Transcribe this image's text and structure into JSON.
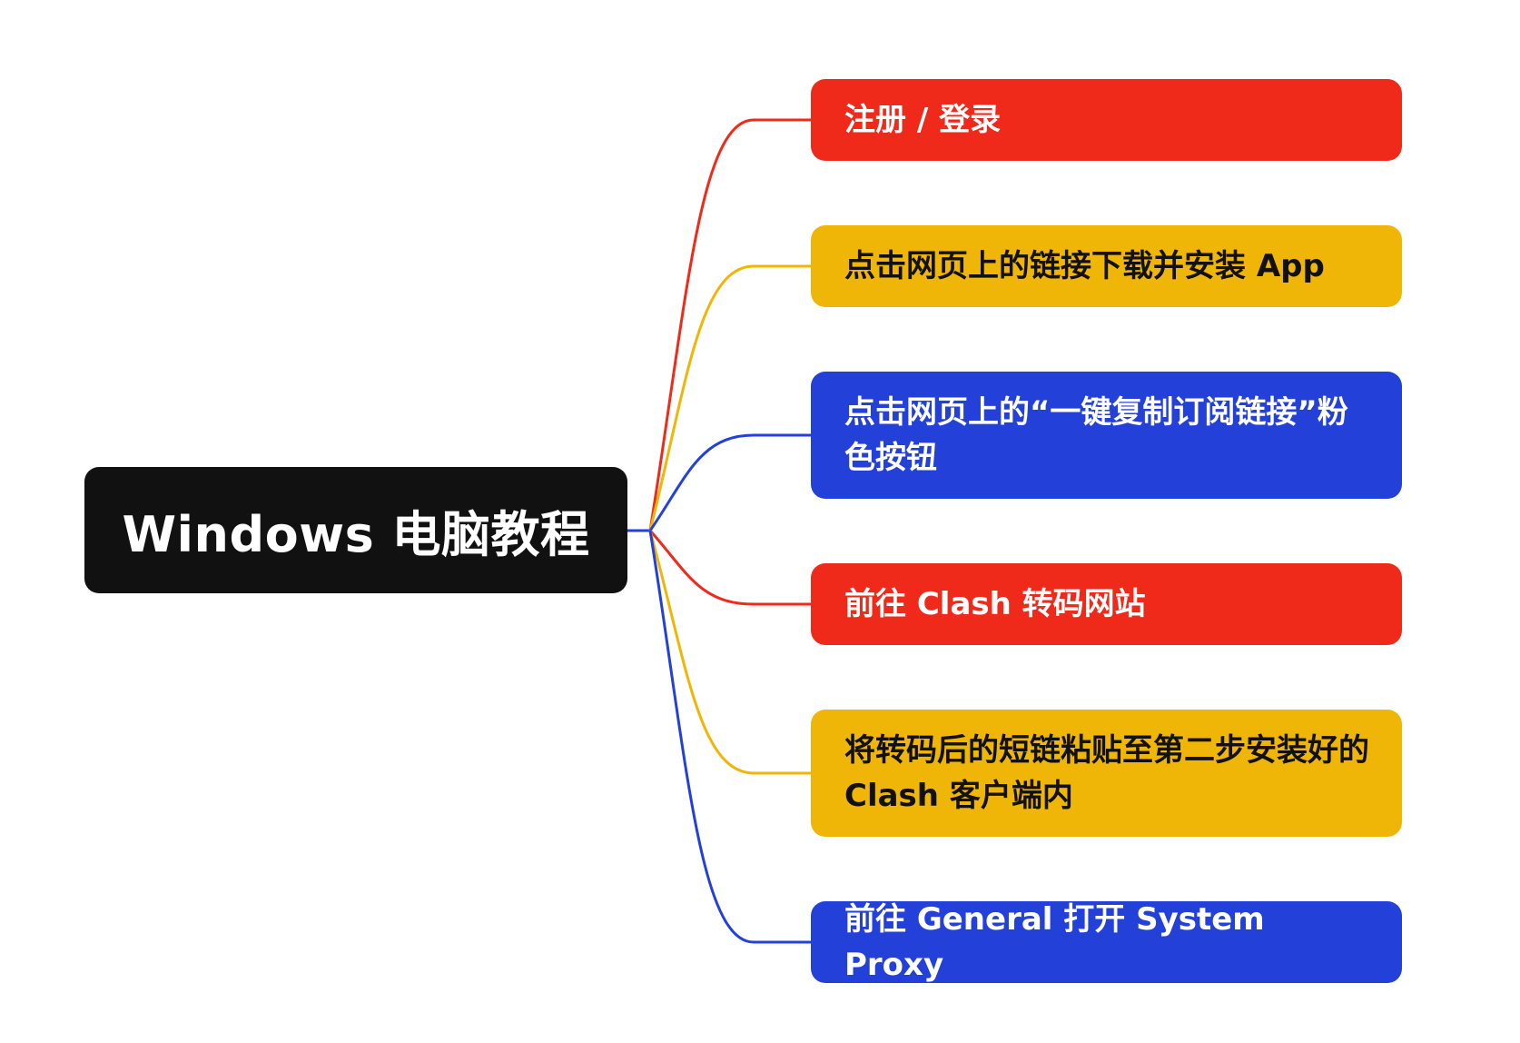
{
  "root": {
    "label": "Windows 电脑教程",
    "color": "#111111"
  },
  "steps": [
    {
      "label": "注册 / 登录",
      "color": "#f02a1a",
      "text_color": "#ffffff"
    },
    {
      "label": "点击网页上的链接下载并安装 App",
      "color": "#f0b607",
      "text_color": "#111111"
    },
    {
      "label": "点击网页上的“一键复制订阅链接”粉色按钮",
      "color": "#2340d9",
      "text_color": "#ffffff"
    },
    {
      "label": "前往 Clash 转码网站",
      "color": "#f02a1a",
      "text_color": "#ffffff"
    },
    {
      "label": "将转码后的短链粘贴至第二步安装好的 Clash 客户端内",
      "color": "#f0b607",
      "text_color": "#111111"
    },
    {
      "label": "前往 General 打开 System Proxy",
      "color": "#2340d9",
      "text_color": "#ffffff"
    }
  ]
}
